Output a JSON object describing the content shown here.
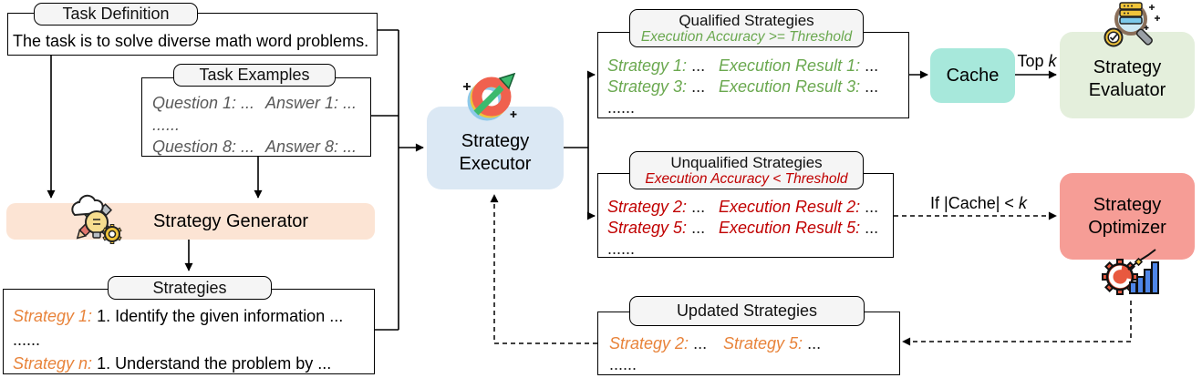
{
  "colors": {
    "generator_fill": "#fce4d4",
    "executor_fill": "#dbe8f4",
    "cache_fill": "#a7e8db",
    "evaluator_fill": "#e4efdc",
    "optimizer_fill": "#f69d96",
    "label_tab_fill": "#f5f5f5",
    "qualified_green": "#6aa84f",
    "unqualified_red": "#c00000",
    "strategy_orange": "#e8833a",
    "example_gray": "#595959"
  },
  "task_definition": {
    "label": "Task Definition",
    "text": "The task is to solve diverse math word problems."
  },
  "task_examples": {
    "label": "Task Examples",
    "row1": {
      "question": "Question 1: ...",
      "answer": "Answer 1: ..."
    },
    "more": "......",
    "row2": {
      "question": "Question 8: ...",
      "answer": "Answer 8: ..."
    }
  },
  "strategy_generator": {
    "title": "Strategy Generator",
    "icon": "idea-pencil-gear-icon"
  },
  "strategies": {
    "label": "Strategies",
    "line1": {
      "head": "Strategy 1:",
      "body": "1. Identify the given information ..."
    },
    "more": "......",
    "line2": {
      "head": "Strategy n:",
      "body": "1. Understand the problem by ..."
    }
  },
  "strategy_executor": {
    "title": "Strategy Executor",
    "icon": "gear-run-arrow-icon"
  },
  "qualified": {
    "label": "Qualified Strategies",
    "criterion": "Execution Accuracy >= Threshold",
    "rows": [
      {
        "strategy": "Strategy 1:",
        "dots": "...",
        "result": "Execution Result 1:",
        "dots2": "..."
      },
      {
        "strategy": "Strategy 3:",
        "dots": "...",
        "result": "Execution Result 3:",
        "dots2": "..."
      }
    ],
    "more": "......"
  },
  "unqualified": {
    "label": "Unqualified Strategies",
    "criterion": "Execution Accuracy < Threshold",
    "rows": [
      {
        "strategy": "Strategy 2:",
        "dots": "...",
        "result": "Execution Result 2:",
        "dots2": "..."
      },
      {
        "strategy": "Strategy 5:",
        "dots": "...",
        "result": "Execution Result 5:",
        "dots2": "..."
      }
    ],
    "more": "......"
  },
  "cache": {
    "title": "Cache"
  },
  "edge_labels": {
    "top_k": {
      "pre": "Top ",
      "k": "k"
    },
    "if_cache": {
      "pre": "If |Cache| < ",
      "k": "k"
    }
  },
  "strategy_evaluator": {
    "title": "Strategy Evaluator",
    "icon": "magnifier-database-check-icon"
  },
  "strategy_optimizer": {
    "title": "Strategy Optimizer",
    "icon": "gear-bar-chart-icon"
  },
  "updated": {
    "label": "Updated Strategies",
    "rows": [
      {
        "head": "Strategy 2:",
        "dots": "..."
      },
      {
        "head": "Strategy 5:",
        "dots": "..."
      }
    ],
    "more": "......"
  }
}
